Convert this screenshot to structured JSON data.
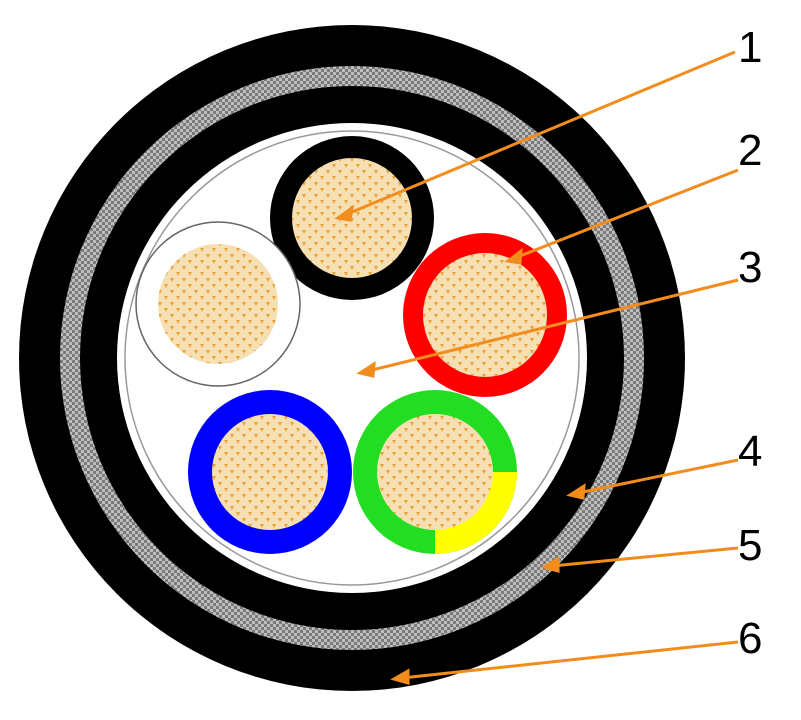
{
  "diagram": {
    "labels": [
      {
        "id": "label-1",
        "text": "1"
      },
      {
        "id": "label-2",
        "text": "2"
      },
      {
        "id": "label-3",
        "text": "3"
      },
      {
        "id": "label-4",
        "text": "4"
      },
      {
        "id": "label-5",
        "text": "5"
      },
      {
        "id": "label-6",
        "text": "6"
      }
    ],
    "colors": {
      "outer_sheath": "#000000",
      "armor_braid": "#a9a9a9",
      "inner_sheath": "#000000",
      "filler": "#ffffff",
      "conductor_fill": "#f5d9a8",
      "conductor_dots": "#e8a33a",
      "leader_line": "#f28c1c",
      "core_black": "#000000",
      "core_red": "#ff0000",
      "core_white": "#ffffff",
      "core_blue": "#0000ff",
      "core_green": "#22dd22",
      "core_yellow": "#ffff00"
    }
  }
}
